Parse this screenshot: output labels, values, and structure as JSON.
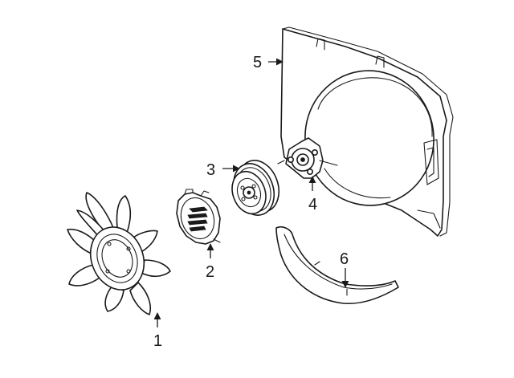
{
  "callouts": {
    "fan_blade": "1",
    "fan_clutch": "2",
    "pulley": "3",
    "water_pump": "4",
    "fan_shroud": "5",
    "lower_shroud": "6"
  },
  "colors": {
    "line": "#1a1a1a",
    "background": "#ffffff"
  }
}
